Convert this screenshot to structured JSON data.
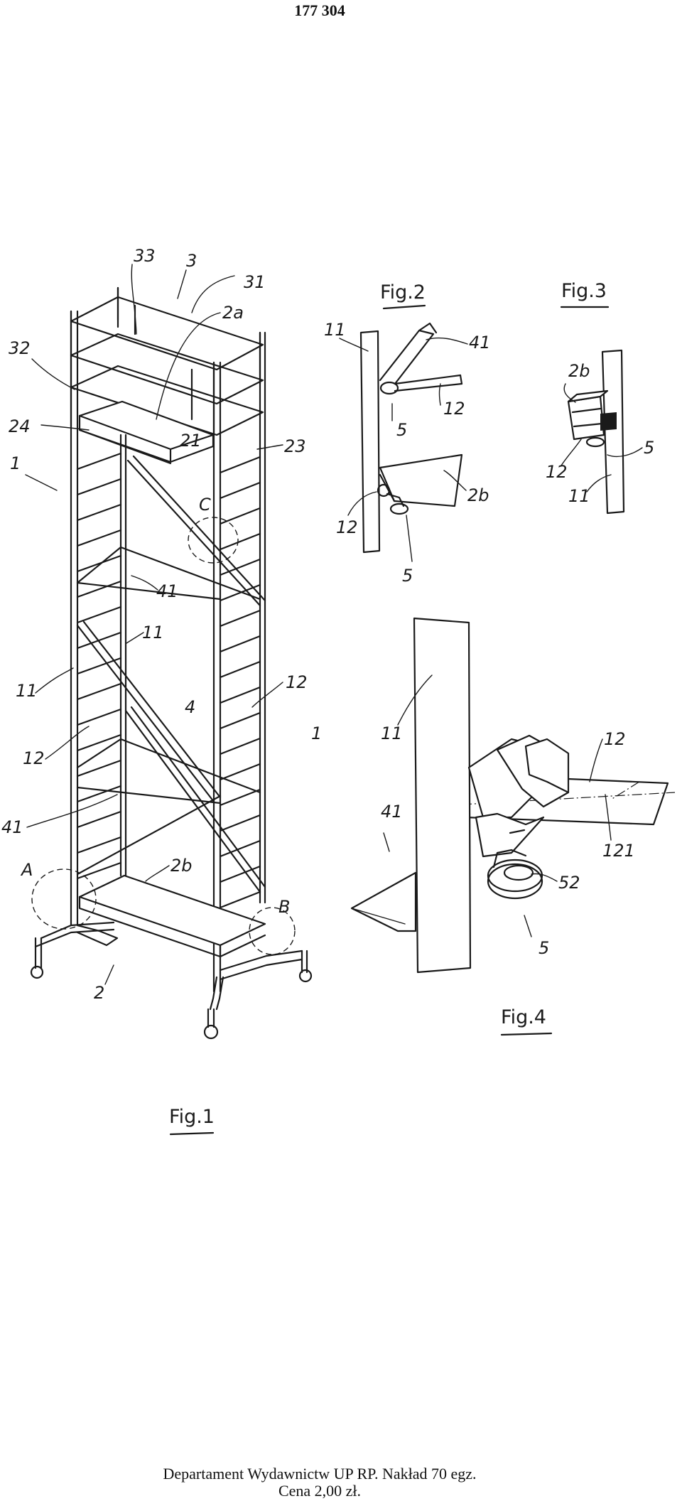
{
  "header": {
    "page_number": "177 304"
  },
  "figures": {
    "fig1": {
      "caption": "Fig.1",
      "labels": [
        "33",
        "3",
        "31",
        "2a",
        "32",
        "24",
        "21",
        "23",
        "1",
        "C",
        "41",
        "11",
        "11",
        "12",
        "4",
        "1",
        "12",
        "41",
        "A",
        "2b",
        "B",
        "2"
      ]
    },
    "fig2": {
      "caption": "Fig.2",
      "labels": [
        "11",
        "41",
        "12",
        "5",
        "2b",
        "12",
        "5"
      ]
    },
    "fig3": {
      "caption": "Fig.3",
      "labels": [
        "2b",
        "5",
        "12",
        "11"
      ]
    },
    "fig4": {
      "caption": "Fig.4",
      "labels": [
        "11",
        "12",
        "41",
        "121",
        "52",
        "5"
      ]
    }
  },
  "footer": {
    "line1": "Departament Wydawnictw UP RP. Nakład 70 egz.",
    "line2": "Cena 2,00 zł."
  }
}
